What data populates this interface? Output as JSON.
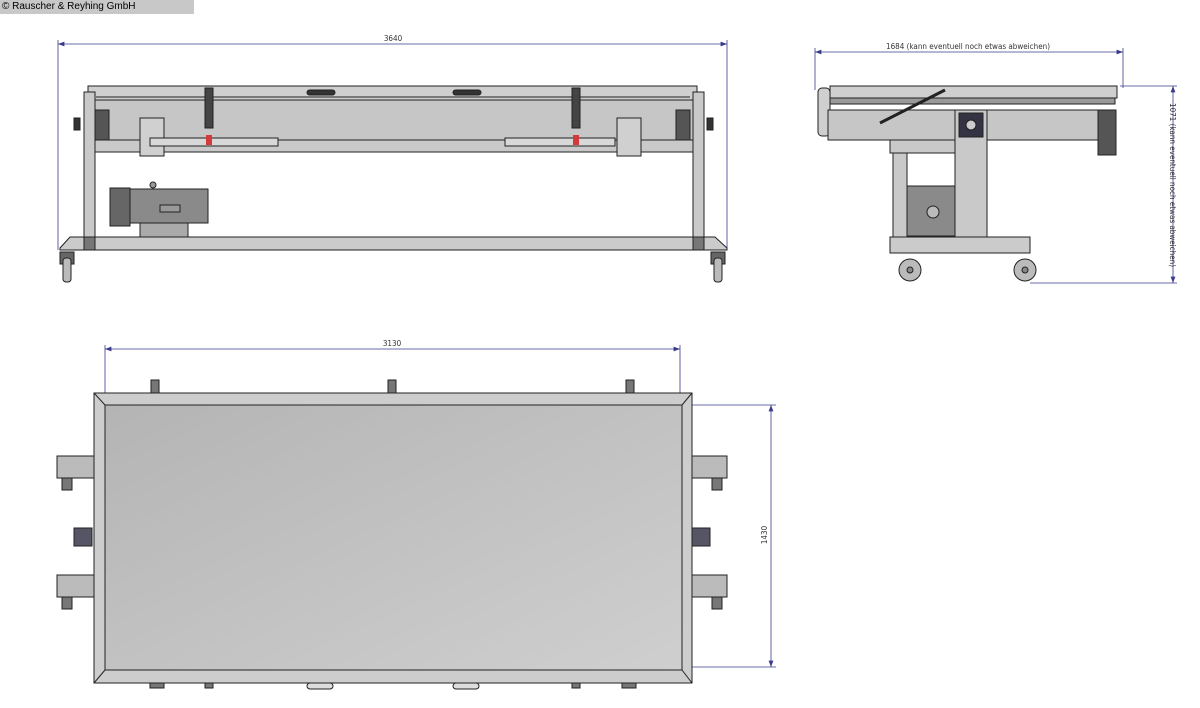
{
  "copyright": "© Rauscher & Reyhing GmbH",
  "front_view": {
    "width_label": "3640"
  },
  "side_view": {
    "depth_label": "1684 (kann eventuell noch etwas abweichen)",
    "height_label": "1071 (kann eventuell noch etwas abweichen)"
  },
  "top_view": {
    "length_label": "3130",
    "width_label": "1430"
  },
  "colors": {
    "dimension": "#3a3a8c",
    "frame": "#c9c9c9",
    "outline": "#222222",
    "clamp": "#d43a3a"
  }
}
